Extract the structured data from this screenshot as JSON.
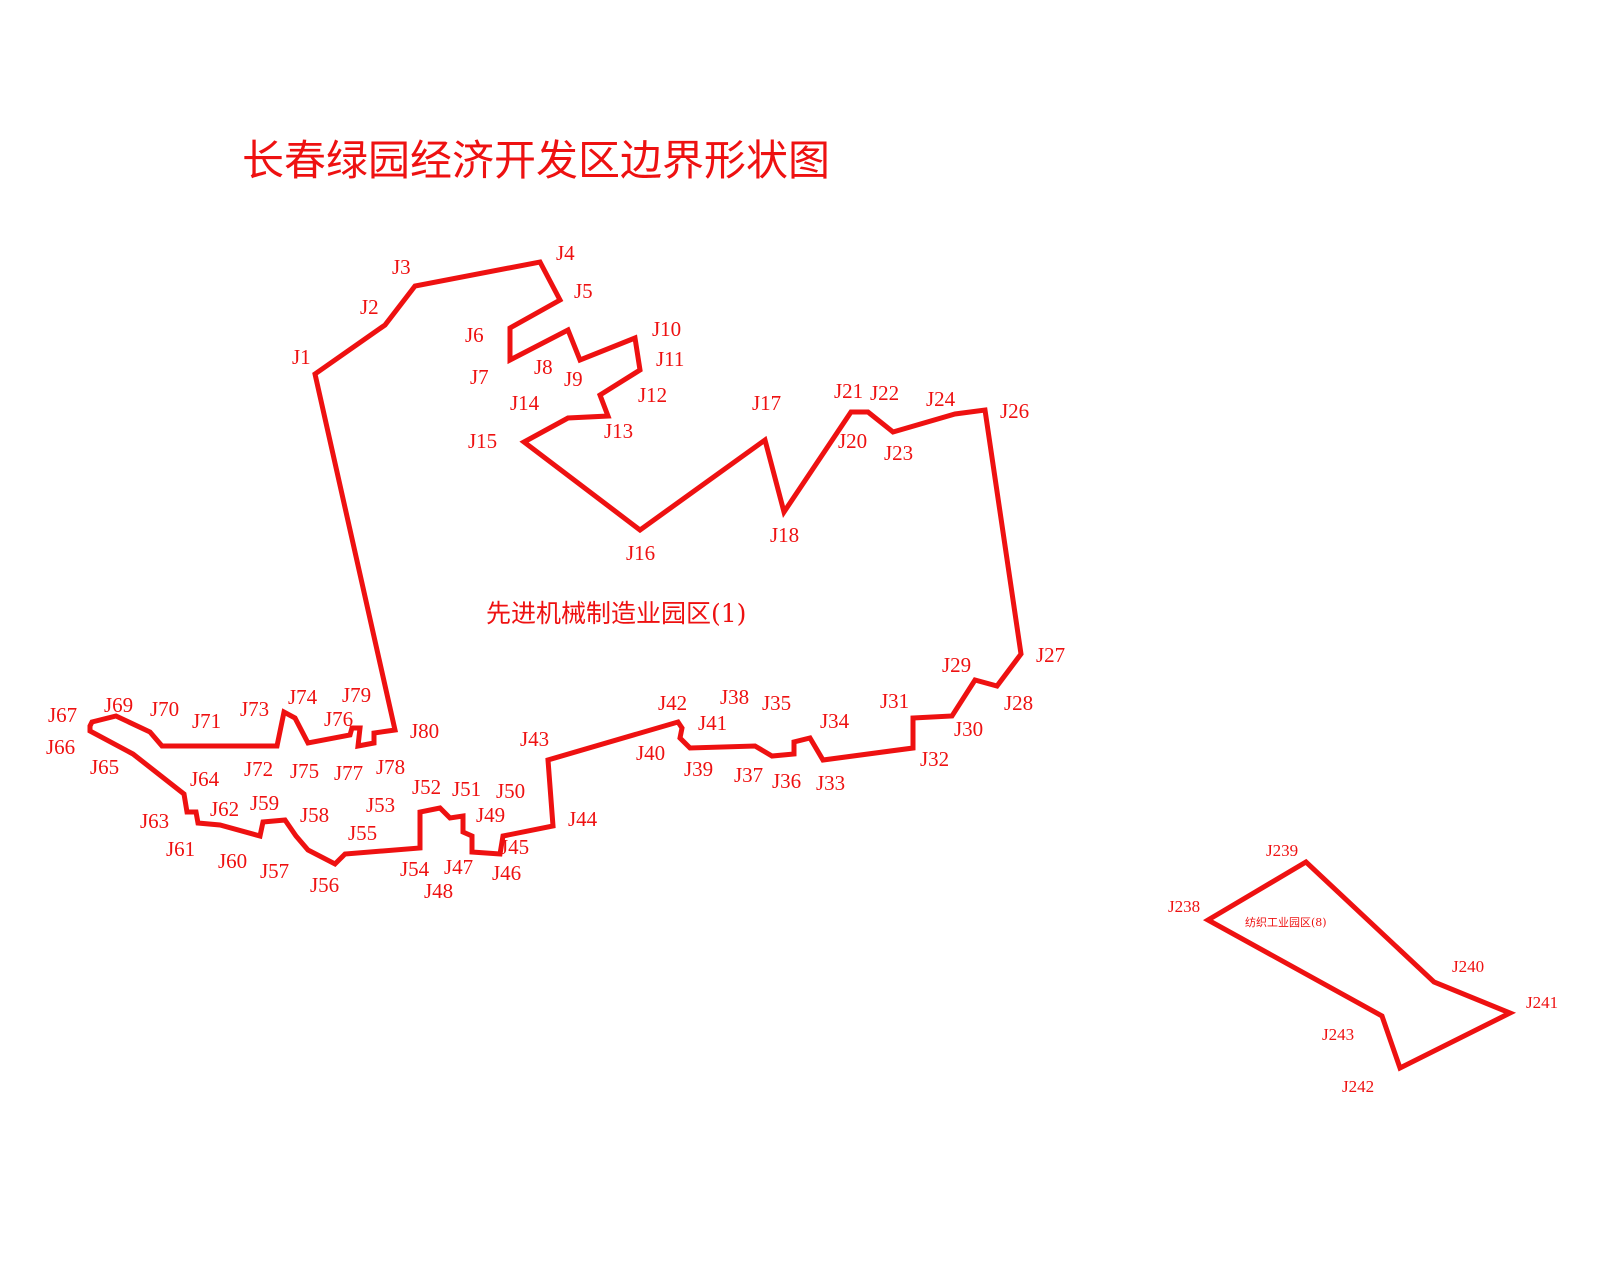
{
  "title": "长春绿园经济开发区边界形状图",
  "colors": {
    "boundary": "#ee1111",
    "text": "#ee1111",
    "background": "#ffffff"
  },
  "areas": [
    {
      "name": "先进机械制造业园区(1)",
      "points": [
        "J1",
        "J2",
        "J3",
        "J4",
        "J5",
        "J6",
        "J7",
        "J8",
        "J9",
        "J10",
        "J11",
        "J12",
        "J13",
        "J14",
        "J15",
        "J16",
        "J17",
        "J18",
        "J20",
        "J21",
        "J22",
        "J23",
        "J24",
        "J26",
        "J27",
        "J28",
        "J29",
        "J30",
        "J31",
        "J32",
        "J33",
        "J34",
        "J35",
        "J36",
        "J37",
        "J38",
        "J39",
        "J40",
        "J41",
        "J42",
        "J43",
        "J44",
        "J45",
        "J46",
        "J47",
        "J48",
        "J49",
        "J50",
        "J51",
        "J52",
        "J53",
        "J54",
        "J55",
        "J56",
        "J57",
        "J58",
        "J59",
        "J60",
        "J61",
        "J62",
        "J63",
        "J64",
        "J65",
        "J66",
        "J67",
        "J69",
        "J70",
        "J71",
        "J72",
        "J73",
        "J74",
        "J75",
        "J76",
        "J77",
        "J78",
        "J79",
        "J80"
      ]
    },
    {
      "name": "纺织工业园区(8)",
      "points": [
        "J238",
        "J239",
        "J240",
        "J241",
        "J242",
        "J243"
      ]
    }
  ]
}
